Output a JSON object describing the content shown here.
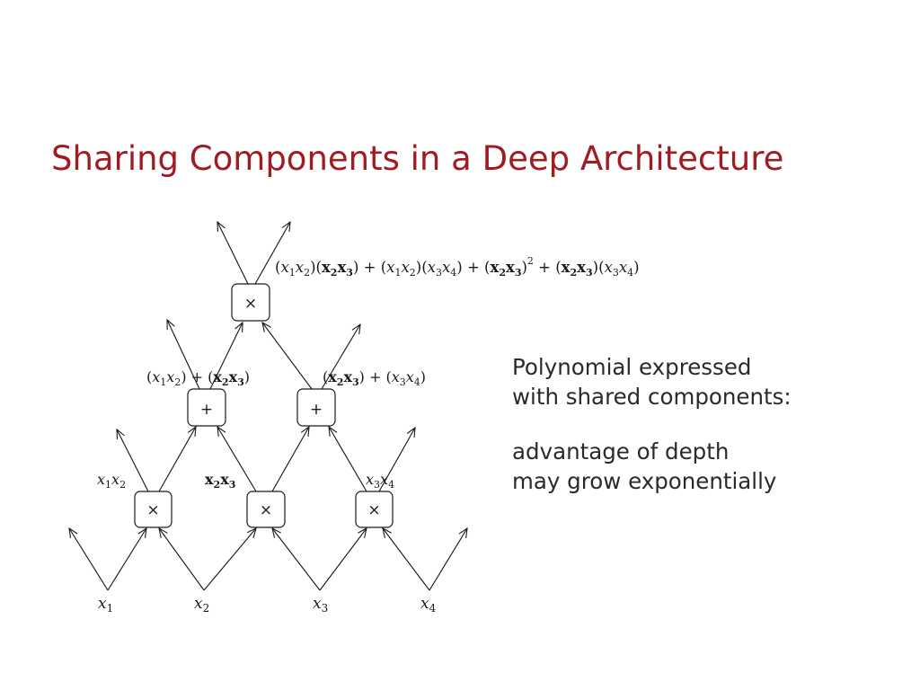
{
  "slide": {
    "title": "Sharing Components in a Deep Architecture",
    "text_blocks": [
      [
        "Polynomial expressed",
        "with shared components:"
      ],
      [
        "advantage of depth",
        "may grow exponentially"
      ]
    ]
  },
  "diagram": {
    "inputs": [
      "x1",
      "x2",
      "x3",
      "x4"
    ],
    "operators": {
      "multiply": "×",
      "add": "+"
    },
    "layer1_outputs": [
      "x1x2",
      "x2x3",
      "x3x4"
    ],
    "layer2_outputs": [
      "(x1x2) + (x2x3)",
      "(x2x3) + (x3x4)"
    ],
    "top_output": "(x1x2)(x2x3) + (x1x2)(x3x4) + (x2x3)^2 + (x2x3)(x3x4)"
  }
}
